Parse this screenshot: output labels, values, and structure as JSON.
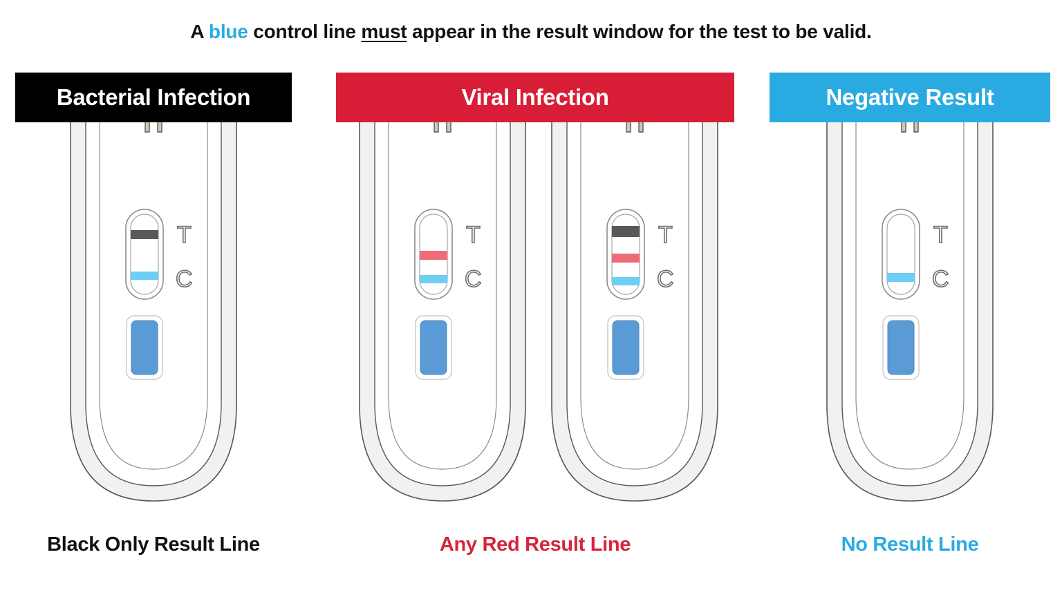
{
  "headline": {
    "before_blue": "A ",
    "blue_word": "blue",
    "after_blue": " control line ",
    "emphasis_word": "must",
    "tail": " appear in the result window for the test to be valid."
  },
  "colors": {
    "blue_accent": "#29ABE2",
    "red_accent": "#D81E36",
    "caption_red": "#D8243C",
    "black": "#000000",
    "line_black": "#58595B",
    "line_red": "#EF6B78",
    "line_blue": "#6DCFF6",
    "cap_beige": "#DBD6BC",
    "button_blue": "#5B9BD5",
    "device_outline": "#58595B",
    "device_fill": "#FFFFFF",
    "device_shade": "#F1F1F0"
  },
  "panels": [
    {
      "id": "bacterial",
      "header_label": "Bacterial Infection",
      "header_bg": "#000000",
      "header_text_color": "#FFFFFF",
      "caption_label": "Black Only Result Line",
      "caption_color": "#111111",
      "devices": [
        {
          "window_label_top": "T",
          "window_label_bottom": "C",
          "lines": [
            {
              "name": "test-line",
              "color": "#58595B",
              "position": "top",
              "visible": true
            },
            {
              "name": "control-line",
              "color": "#6DCFF6",
              "position": "bottom",
              "visible": true
            }
          ],
          "button_color": "#5B9BD5"
        }
      ]
    },
    {
      "id": "viral",
      "header_label": "Viral Infection",
      "header_bg": "#D81E36",
      "header_text_color": "#FFFFFF",
      "caption_label": "Any Red Result Line",
      "caption_color": "#D8243C",
      "devices": [
        {
          "window_label_top": "T",
          "window_label_bottom": "C",
          "lines": [
            {
              "name": "red-line",
              "color": "#EF6B78",
              "position": "middle",
              "visible": true
            },
            {
              "name": "control-line",
              "color": "#6DCFF6",
              "position": "bottom",
              "visible": true
            }
          ],
          "button_color": "#5B9BD5"
        },
        {
          "window_label_top": "T",
          "window_label_bottom": "C",
          "lines": [
            {
              "name": "test-line",
              "color": "#58595B",
              "position": "top",
              "visible": true
            },
            {
              "name": "red-line",
              "color": "#EF6B78",
              "position": "middle",
              "visible": true
            },
            {
              "name": "control-line",
              "color": "#6DCFF6",
              "position": "bottom",
              "visible": true
            }
          ],
          "button_color": "#5B9BD5"
        }
      ]
    },
    {
      "id": "negative",
      "header_label": "Negative Result",
      "header_bg": "#29ABE2",
      "header_text_color": "#FFFFFF",
      "caption_label": "No Result Line",
      "caption_color": "#29ABE2",
      "devices": [
        {
          "window_label_top": "T",
          "window_label_bottom": "C",
          "lines": [
            {
              "name": "control-line",
              "color": "#6DCFF6",
              "position": "bottom",
              "visible": true
            }
          ],
          "button_color": "#5B9BD5"
        }
      ]
    }
  ]
}
